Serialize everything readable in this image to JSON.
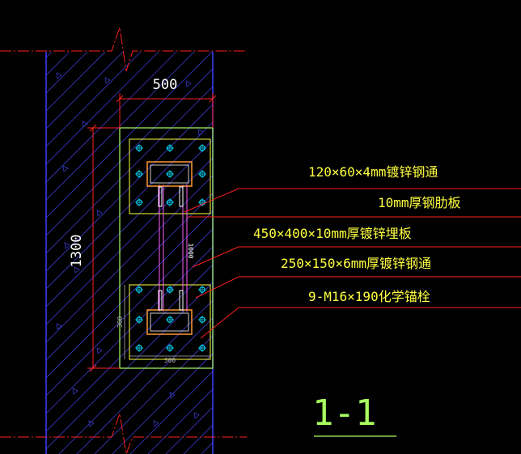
{
  "drawing": {
    "section_label": "1-1",
    "dimensions": {
      "width_top": "500",
      "height_left": "1300",
      "small_bottom": "300",
      "small_left": "300",
      "member_length": "1000"
    },
    "callouts": [
      {
        "text": "120×60×4mm镀锌钢通"
      },
      {
        "text": "10mm厚钢肋板"
      },
      {
        "text": "450×400×10mm厚镀锌埋板"
      },
      {
        "text": "250×150×6mm厚镀锌钢通"
      },
      {
        "text": "9-M16×190化学锚栓"
      }
    ]
  },
  "colors": {
    "background": "#000000",
    "wall_edge": "#3f3fff",
    "hatch": "#3a3ac8",
    "red": "#ff2020",
    "yellow": "#ffff40",
    "white": "#ffffff",
    "green": "#a8ff60",
    "bolt": "#00e0ff",
    "orange": "#ff9933",
    "magenta": "#ff60ff",
    "gray": "#b0b0b0"
  }
}
